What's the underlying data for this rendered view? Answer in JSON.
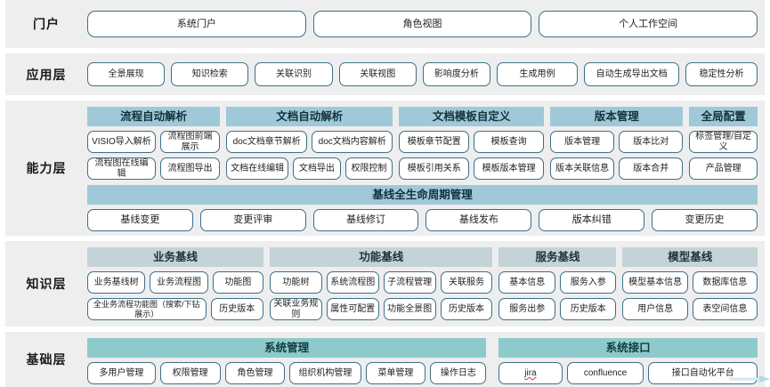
{
  "layers": [
    {
      "id": "portal",
      "label": "门户",
      "items": [
        "系统门户",
        "角色视图",
        "个人工作空间"
      ]
    },
    {
      "id": "application",
      "label": "应用层",
      "items": [
        "全景展现",
        "知识检索",
        "关联识别",
        "关联视图",
        "影响度分析",
        "生成用例",
        "自动生成导出文档",
        "稳定性分析"
      ]
    },
    {
      "id": "capability",
      "label": "能力层",
      "groups": [
        {
          "title": "流程自动解析",
          "rows": [
            [
              "VISIO导入解析",
              "流程图前端展示"
            ],
            [
              "流程图在线编辑",
              "流程图导出"
            ]
          ]
        },
        {
          "title": "文档自动解析",
          "rows": [
            [
              "doc文档章节解析",
              "doc文档内容解析"
            ],
            [
              "文档在线编辑",
              "文档导出",
              "权限控制"
            ]
          ]
        },
        {
          "title": "文档模板自定义",
          "rows": [
            [
              "模板章节配置",
              "模板查询"
            ],
            [
              "模板引用关系",
              "模板版本管理"
            ]
          ]
        },
        {
          "title": "版本管理",
          "rows": [
            [
              "版本管理",
              "版本比对"
            ],
            [
              "版本关联信息",
              "版本合并"
            ]
          ]
        },
        {
          "title": "全局配置",
          "rows": [
            [
              "标签管理/自定义"
            ],
            [
              "产品管理"
            ]
          ]
        }
      ],
      "wide_block": {
        "title": "基线全生命周期管理",
        "items": [
          "基线变更",
          "变更评审",
          "基线修订",
          "基线发布",
          "版本纠错",
          "变更历史"
        ]
      }
    },
    {
      "id": "knowledge",
      "label": "知识层",
      "groups": [
        {
          "title": "业务基线",
          "rows": [
            [
              "业务基线树",
              "业务流程图",
              "功能图"
            ],
            [
              "全业务流程功能图（搜索/下钻展示）",
              "历史版本"
            ]
          ]
        },
        {
          "title": "功能基线",
          "rows": [
            [
              "功能树",
              "系统流程图",
              "子流程管理",
              "关联服务"
            ],
            [
              "关联业务规则",
              "属性可配置",
              "功能全景图",
              "历史版本"
            ]
          ]
        },
        {
          "title": "服务基线",
          "rows": [
            [
              "基本信息",
              "服务入参"
            ],
            [
              "服务出参",
              "历史版本"
            ]
          ]
        },
        {
          "title": "模型基线",
          "rows": [
            [
              "模型基本信息",
              "数据库信息"
            ],
            [
              "用户信息",
              "表空间信息"
            ]
          ]
        }
      ]
    },
    {
      "id": "infrastructure",
      "label": "基础层",
      "groups": [
        {
          "title": "系统管理",
          "rows": [
            [
              "多用户管理",
              "权限管理",
              "角色管理",
              "组织机构管理",
              "菜单管理",
              "操作日志"
            ]
          ]
        },
        {
          "title": "系统接口",
          "rows": [
            [
              "jira",
              "confluence",
              "接口自动化平台"
            ]
          ]
        }
      ]
    }
  ],
  "colors": {
    "band_background": "#eeeeee",
    "pill_border": "#3d6f87",
    "capability_header": "#9fc9d9",
    "knowledge_header": "#c3d3d7",
    "infrastructure_header": "#8ecacb",
    "page_background": "#ffffff",
    "spellcheck_underline": "#e03434"
  }
}
